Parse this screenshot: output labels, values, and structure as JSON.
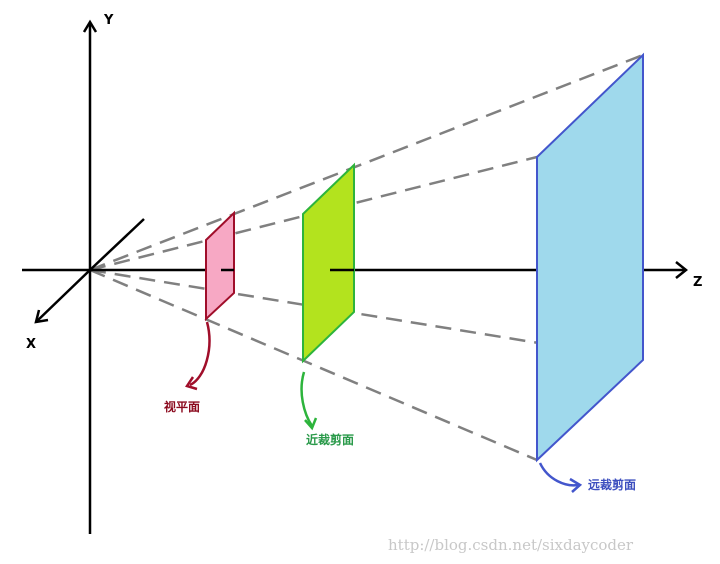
{
  "axes": {
    "y_label": "Y",
    "x_label": "X",
    "z_label": "Z"
  },
  "planes": {
    "view_plane": {
      "label": "视平面",
      "fill": "#f7a8c4",
      "stroke": "#a00e2a",
      "label_color": "#8b0a1e"
    },
    "near_clip": {
      "label": "近裁剪面",
      "fill": "#b3e31e",
      "stroke": "#2db43c",
      "label_color": "#2a9a4a"
    },
    "far_clip": {
      "label": "远裁剪面",
      "fill": "#9fd9ec",
      "stroke": "#4356cc",
      "label_color": "#3d4fbf"
    }
  },
  "watermark": "http://blog.csdn.net/sixdaycoder",
  "colors": {
    "axis": "#000000",
    "frustum_dash": "#808080"
  }
}
